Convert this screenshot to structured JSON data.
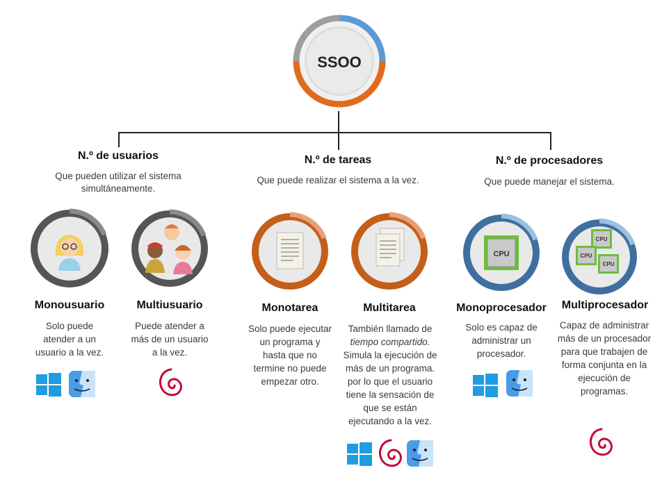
{
  "root": {
    "label": "SSOO"
  },
  "categories": [
    {
      "header": "N.º de usuarios",
      "desc": "Que pueden utilizar el sistema simultáneamente."
    },
    {
      "header": "N.º de tareas",
      "desc": "Que puede realizar el sistema a la vez."
    },
    {
      "header": "N.º de procesadores",
      "desc": "Que puede manejar el sistema."
    }
  ],
  "items": [
    {
      "title": "Monousuario",
      "text": "Solo puede atender a un usuario a la vez."
    },
    {
      "title": "Multiusuario",
      "text": "Puede atender a más de un usuario a la vez."
    },
    {
      "title": "Monotarea",
      "text": "Solo puede ejecutar un programa y hasta que no termine no puede empezar otro."
    },
    {
      "title": "Multitarea",
      "text_prefix": "También llamado de",
      "text_italic": "tiempo compartido.",
      "text_rest": "Simula la ejecución de más de un programa. por lo que el usuario tiene la sensación de que se están ejecutando a la vez."
    },
    {
      "title": "Monoprocesador",
      "text": "Solo es capaz de administrar un procesador."
    },
    {
      "title": "Multiprocesador",
      "text": "Capaz de administrar más de un procesador para que trabajen de forma conjunta en la ejecución de programas."
    }
  ],
  "cpu_label": "CPU",
  "colors": {
    "users_ring": "#5a5a5a",
    "tasks_ring": "#c45f1a",
    "procs_ring": "#3f6f9f",
    "windows": "#1e9de0",
    "debian": "#c70036"
  }
}
